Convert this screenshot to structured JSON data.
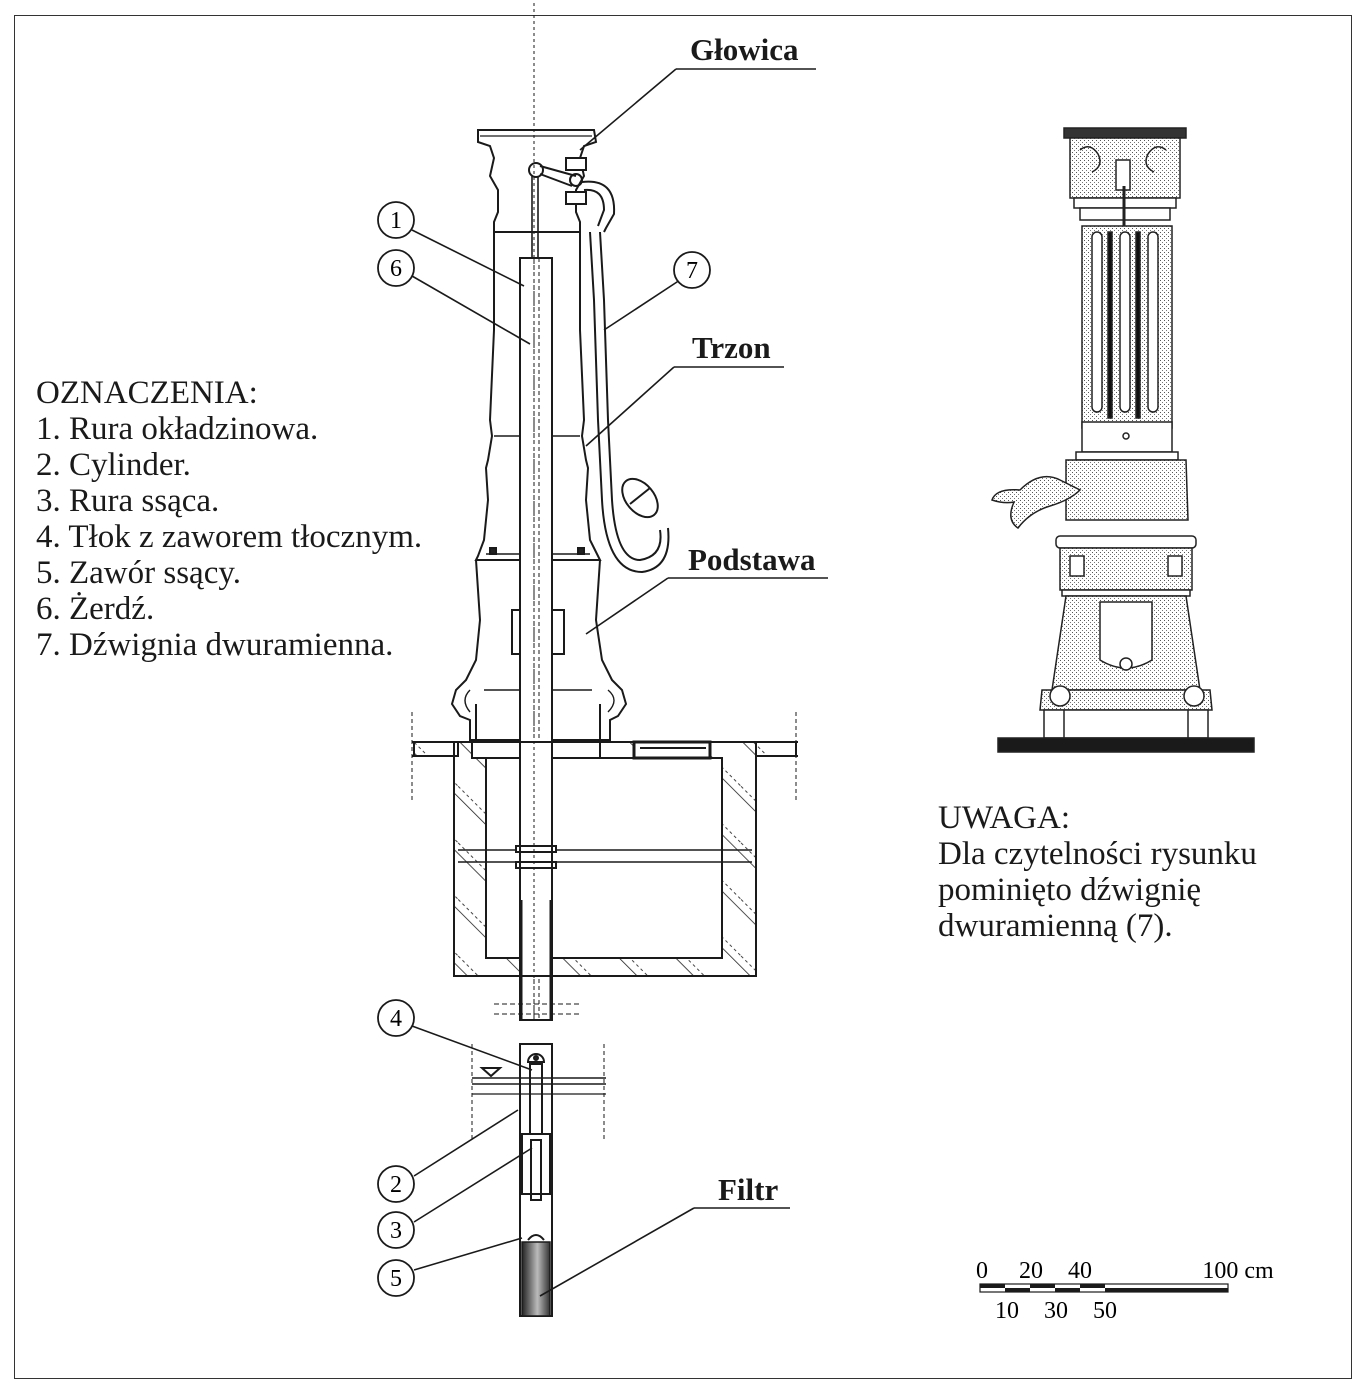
{
  "title": "Pompa uliczna – przekrój i widok",
  "callouts": {
    "head": "Głowica",
    "shaft": "Trzon",
    "base": "Podstawa",
    "filter": "Filtr"
  },
  "markers": [
    "1",
    "6",
    "7",
    "4",
    "2",
    "3",
    "5"
  ],
  "legend": {
    "heading": "OZNACZENIA:",
    "items": [
      "1. Rura okładzinowa.",
      "2. Cylinder.",
      "3. Rura ssąca.",
      "4. Tłok z zaworem tłocznym.",
      "5. Zawór ssący.",
      "6. Żerdź.",
      "7. Dźwignia dwuramienna."
    ]
  },
  "note": {
    "heading": "UWAGA:",
    "lines": [
      "Dla czytelności rysunku",
      "pominięto dźwignię",
      "dwuramienną (7)."
    ]
  },
  "scale_bar": {
    "top_labels": [
      "0",
      "20",
      "40",
      "100 cm"
    ],
    "bottom_labels": [
      "10",
      "30",
      "50"
    ],
    "unit": "cm"
  }
}
